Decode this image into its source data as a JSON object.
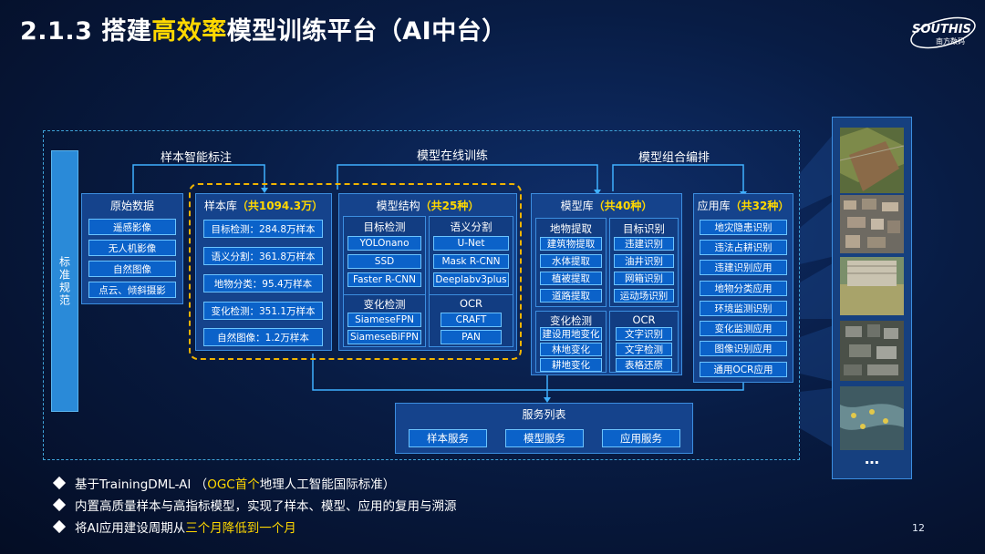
{
  "title": {
    "pre": "2.1.3 搭建",
    "highlight": "高效率",
    "post": "模型训练平台（AI中台）"
  },
  "logo": {
    "name": "SOUTHIS",
    "sub": "南方数码"
  },
  "left_bar": "标准规范",
  "stage_labels": {
    "annotation": "样本智能标注",
    "training": "模型在线训练",
    "orchestration": "模型组合编排"
  },
  "raw_data": {
    "title": "原始数据",
    "items": [
      "遥感影像",
      "无人机影像",
      "自然图像",
      "点云、倾斜摄影"
    ]
  },
  "sample_lib": {
    "title": "样本库",
    "count": "（共1094.3万）",
    "items": [
      "目标检测：284.8万样本",
      "语义分割：361.8万样本",
      "地物分类：95.4万样本",
      "变化检测：351.1万样本",
      "自然图像：1.2万样本"
    ]
  },
  "model_struct": {
    "title": "模型结构",
    "count": "（共25种）",
    "groups": [
      {
        "title": "目标检测",
        "items": [
          "YOLOnano",
          "SSD",
          "Faster R-CNN"
        ]
      },
      {
        "title": "语义分割",
        "items": [
          "U-Net",
          "Mask R-CNN",
          "Deeplabv3plus"
        ]
      },
      {
        "title": "变化检测",
        "items": [
          "SiameseFPN",
          "SiameseBiFPN"
        ]
      },
      {
        "title": "OCR",
        "items": [
          "CRAFT",
          "PAN"
        ]
      }
    ]
  },
  "model_lib": {
    "title": "模型库",
    "count": "（共40种）",
    "groups": [
      {
        "title": "地物提取",
        "items": [
          "建筑物提取",
          "水体提取",
          "植被提取",
          "道路提取"
        ]
      },
      {
        "title": "目标识别",
        "items": [
          "违建识别",
          "油井识别",
          "网箱识别",
          "运动场识别"
        ]
      },
      {
        "title": "变化检测",
        "items": [
          "建设用地变化",
          "林地变化",
          "耕地变化"
        ]
      },
      {
        "title": "OCR",
        "items": [
          "文字识别",
          "文字检测",
          "表格还原"
        ]
      }
    ]
  },
  "app_lib": {
    "title": "应用库",
    "count": "（共32种）",
    "items": [
      "地灾隐患识别",
      "违法占耕识别",
      "违建识别应用",
      "地物分类应用",
      "环境监测识别",
      "变化监测应用",
      "图像识别应用",
      "通用OCR应用"
    ]
  },
  "service_list": {
    "title": "服务列表",
    "items": [
      "样本服务",
      "模型服务",
      "应用服务"
    ]
  },
  "thumbs_more": "…",
  "bullets": [
    {
      "pre": "基于TrainingDML-AI （",
      "hl": "OGC首个",
      "post": "地理人工智能国际标准）"
    },
    {
      "pre": "内置高质量样本与高指标模型，实现了样本、模型、应用的复用与溯源",
      "hl": "",
      "post": ""
    },
    {
      "pre": "将AI应用建设周期从",
      "hl": "三个月降低到一个月",
      "post": ""
    }
  ],
  "page_number": "12",
  "colors": {
    "highlight": "#ffd800",
    "panel": "#15438c",
    "button": "#0b62c9",
    "border": "#6cc4ff",
    "dashed_box": "#f0b400"
  }
}
